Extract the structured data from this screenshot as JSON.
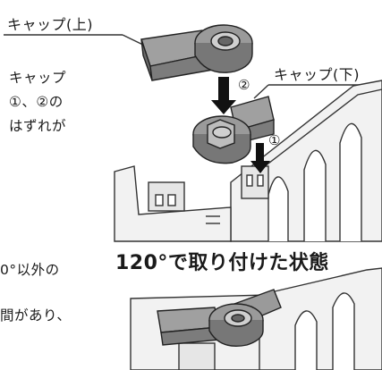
{
  "labels": {
    "cap_upper": "キャップ(上)",
    "cap_lower": "キャップ(下)",
    "step1": "①",
    "step2": "②"
  },
  "heading": {
    "angle_title": "120°で取り付けた状態"
  },
  "body_text": {
    "line1": "キャップ",
    "line2": "①、②の",
    "line3": "はずれが",
    "line4": "0°以外の",
    "line5": "間があり、"
  },
  "colors": {
    "cap_fill": "#8e8e8e",
    "cap_dark": "#5a5a5a",
    "panel_stroke": "#333333",
    "panel_fill": "#f2f2f2"
  }
}
